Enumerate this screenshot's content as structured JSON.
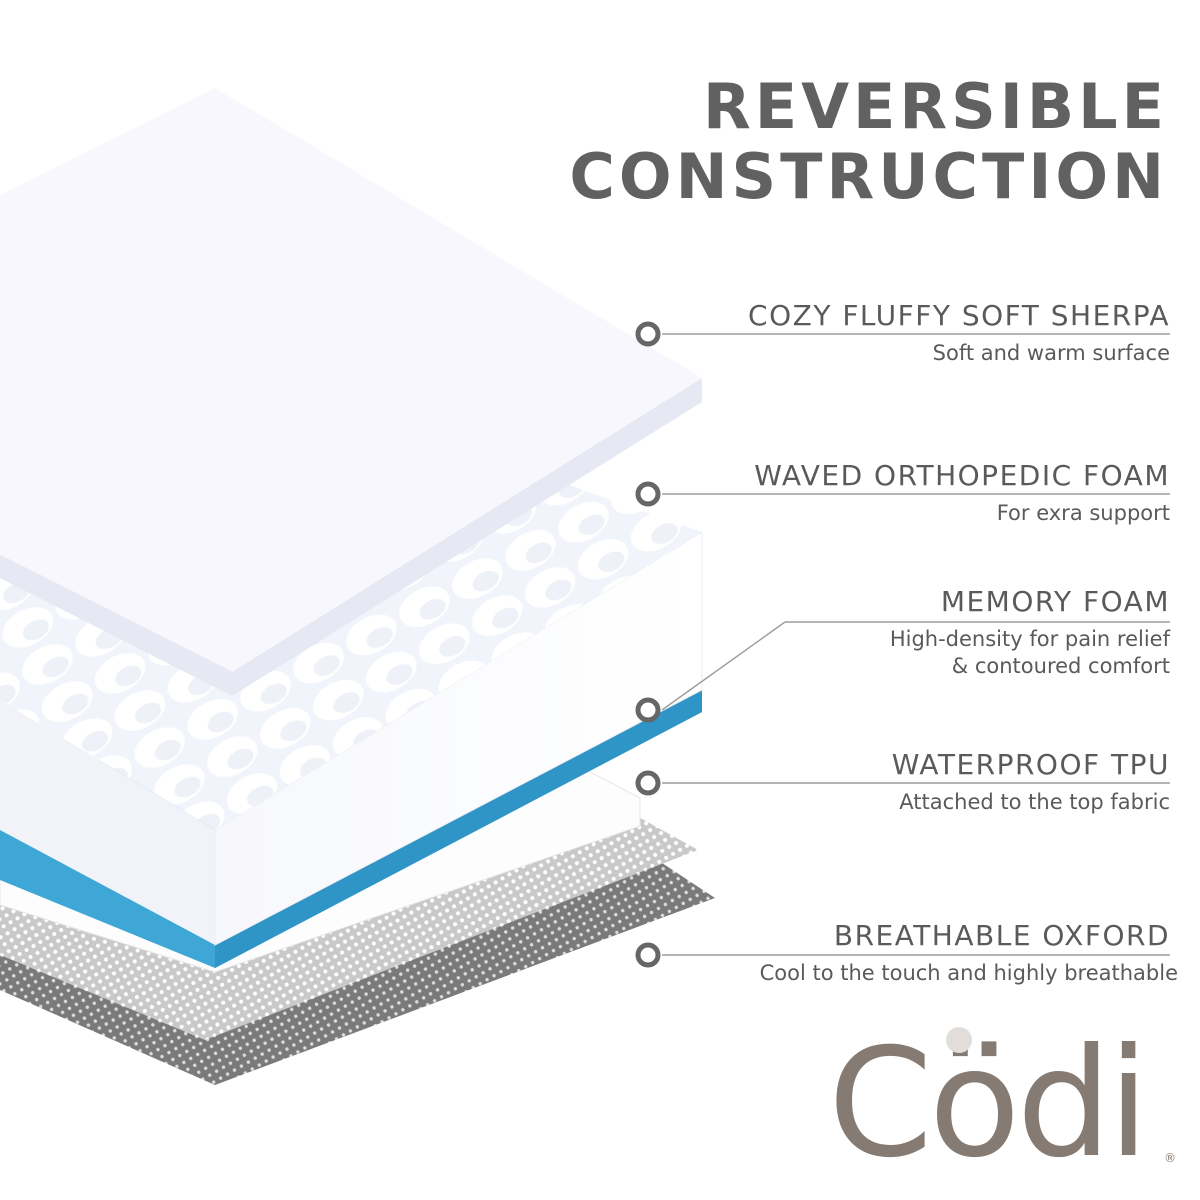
{
  "title": {
    "line1": "REVERSIBLE",
    "line2": "CONSTRUCTION"
  },
  "layers": [
    {
      "name": "COZY FLUFFY SOFT SHERPA",
      "desc": [
        "Soft and warm surface"
      ]
    },
    {
      "name": "WAVED ORTHOPEDIC FOAM",
      "desc": [
        "For exra support"
      ]
    },
    {
      "name": "MEMORY FOAM",
      "desc": [
        "High-density for pain relief",
        "& contoured comfort"
      ]
    },
    {
      "name": "WATERPROOF TPU",
      "desc": [
        "Attached to the top fabric"
      ]
    },
    {
      "name": "BREATHABLE OXFORD",
      "desc": [
        "Cool to the touch and highly breathable"
      ]
    }
  ],
  "brand": {
    "word": "Cödi",
    "mark": "®"
  },
  "colors": {
    "text": "#5a5a5a",
    "title": "#616161",
    "leader": "#9e9e9e",
    "memory_foam": "#3fa7d6",
    "mesh_light": "#d9d9d9",
    "mesh_dark": "#777777",
    "foam": "#fafbff",
    "brand": "#857b73",
    "brand_dot": "#e2ddd8"
  }
}
